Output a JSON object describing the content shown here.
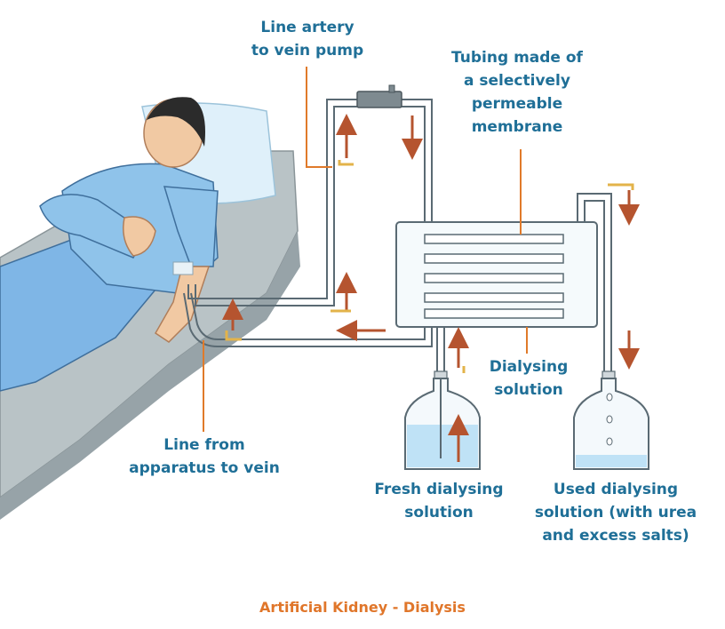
{
  "labels": {
    "pump_line": [
      "Line artery",
      "to vein pump"
    ],
    "membrane": [
      "Tubing made of",
      "a selectively",
      "permeable",
      "membrane"
    ],
    "dialysing_solution": [
      "Dialysing",
      "solution"
    ],
    "return_line": [
      "Line from",
      "apparatus to vein"
    ],
    "fresh_solution": [
      "Fresh dialysing",
      "solution"
    ],
    "used_solution": [
      "Used dialysing",
      "solution (with urea",
      "and excess salts)"
    ]
  },
  "caption": "Artificial Kidney - Dialysis",
  "colors": {
    "label_text": "#1f6f97",
    "caption_text": "#e0762a",
    "leader_line": "#e07a2a",
    "tube_outline": "#5a6a73",
    "arrow": "#b5542f",
    "arrow_yellow": "#e3b34a",
    "shirt": "#8fc3ea",
    "pants": "#7fb6e6",
    "bed": "#aeb8bc",
    "skin": "#f1c9a3",
    "solution": "#bfe2f6"
  },
  "icons": [
    "patient-figure",
    "bed-icon",
    "pump-icon",
    "dialyser-icon",
    "fresh-solution-bottle-icon",
    "used-solution-bottle-icon",
    "flow-arrow-icon"
  ]
}
